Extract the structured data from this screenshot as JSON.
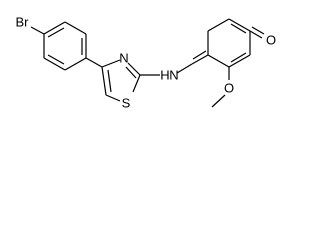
{
  "molecule": {
    "atoms": {
      "bromine": "Br",
      "thiazole_nitrogen": "N",
      "thiazole_sulfur": "S",
      "amine_nitrogen": "N",
      "amine_hydrogen": "H",
      "carbonyl_oxygen": "O",
      "methoxy_oxygen": "O"
    }
  },
  "colors": {
    "bond": "#000000",
    "label": "#000000",
    "background": "#ffffff"
  }
}
